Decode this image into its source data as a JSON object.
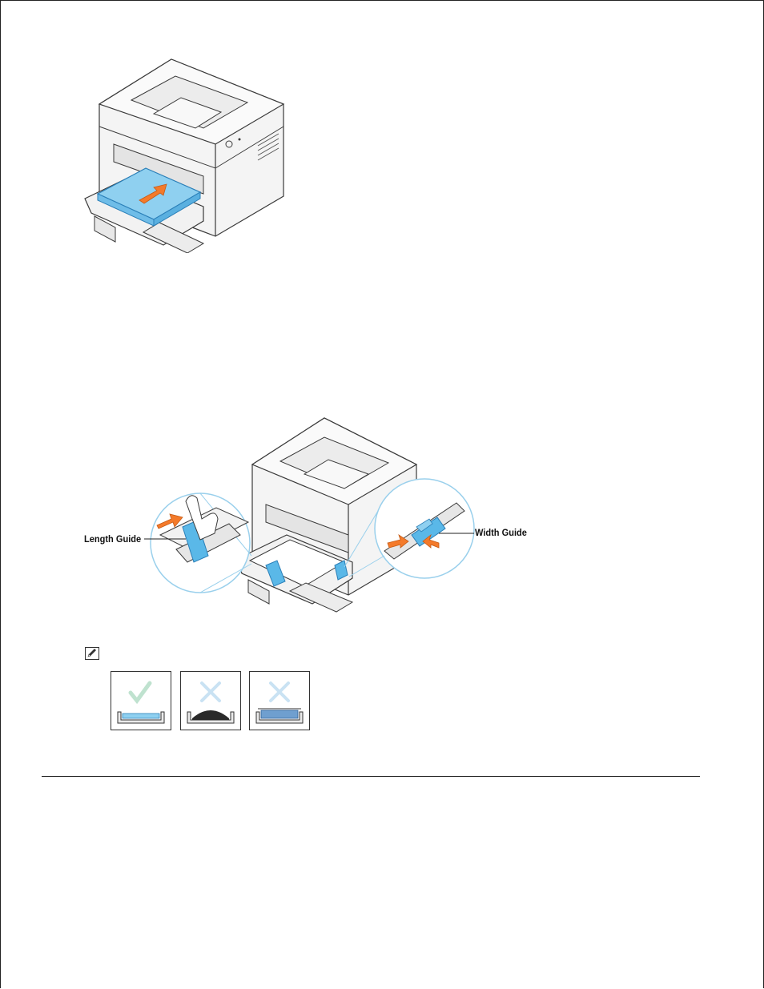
{
  "figure_tray": {
    "length_guide_label": "Length Guide",
    "width_guide_label": "Width Guide"
  },
  "paper_panels": [
    {
      "status": "correct",
      "icon": "check-icon"
    },
    {
      "status": "incorrect",
      "icon": "cross-icon"
    },
    {
      "status": "incorrect",
      "icon": "cross-icon"
    }
  ],
  "colors": {
    "paper_blue": "#8fd0f0",
    "guide_blue": "#5ab8e8",
    "arrow_orange": "#f47a2a",
    "outline": "#3a3a3a"
  }
}
